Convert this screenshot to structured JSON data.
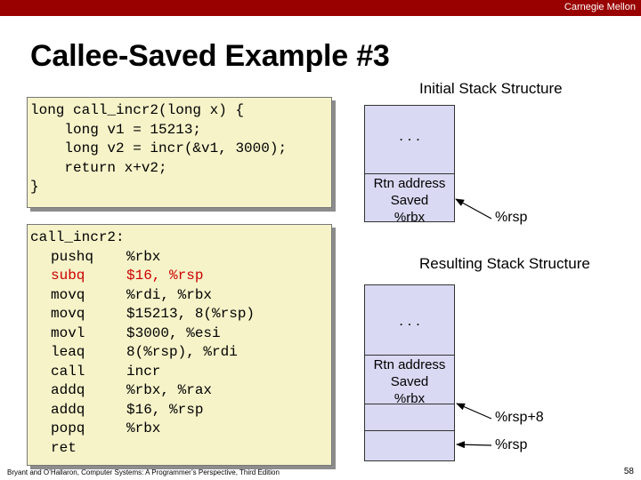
{
  "header": {
    "brand": "Carnegie Mellon",
    "accent_color": "#990000"
  },
  "slide": {
    "title": "Callee-Saved Example #3"
  },
  "c_code": {
    "lines": [
      "long call_incr2(long x) {",
      "    long v1 = 15213;",
      "    long v2 = incr(&v1, 3000);",
      "    return x+v2;",
      "}"
    ]
  },
  "asm_code": {
    "label": "call_incr2:",
    "instructions": [
      {
        "op": "pushq",
        "args": "%rbx",
        "highlight": false
      },
      {
        "op": "subq",
        "args": "$16, %rsp",
        "highlight": true
      },
      {
        "op": "movq",
        "args": "%rdi, %rbx",
        "highlight": false
      },
      {
        "op": "movq",
        "args": "$15213, 8(%rsp)",
        "highlight": false
      },
      {
        "op": "movl",
        "args": "$3000, %esi",
        "highlight": false
      },
      {
        "op": "leaq",
        "args": "8(%rsp), %rdi",
        "highlight": false
      },
      {
        "op": "call",
        "args": "incr",
        "highlight": false
      },
      {
        "op": "addq",
        "args": "%rbx, %rax",
        "highlight": false
      },
      {
        "op": "addq",
        "args": "$16, %rsp",
        "highlight": false
      },
      {
        "op": "popq",
        "args": "%rbx",
        "highlight": false
      },
      {
        "op": "ret",
        "args": "",
        "highlight": false
      }
    ],
    "highlight_color": "#cc0000"
  },
  "initial_stack": {
    "title": "Initial Stack Structure",
    "dots": ". . .",
    "rtn": "Rtn address",
    "saved_line1": "Saved",
    "saved_line2": "%rbx",
    "pointer_label": "%rsp"
  },
  "result_stack": {
    "title": "Resulting Stack Structure",
    "dots": ". . .",
    "rtn": "Rtn address",
    "saved_line1": "Saved",
    "saved_line2": "%rbx",
    "pointer_label_1": "%rsp+8",
    "pointer_label_2": "%rsp"
  },
  "footer": {
    "citation": "Bryant and O’Hallaron, Computer Systems: A Programmer’s Perspective, Third Edition",
    "page_number": "58"
  },
  "colors": {
    "code_bg": "#f6f3c9",
    "stack_bg": "#d9d9f3"
  }
}
